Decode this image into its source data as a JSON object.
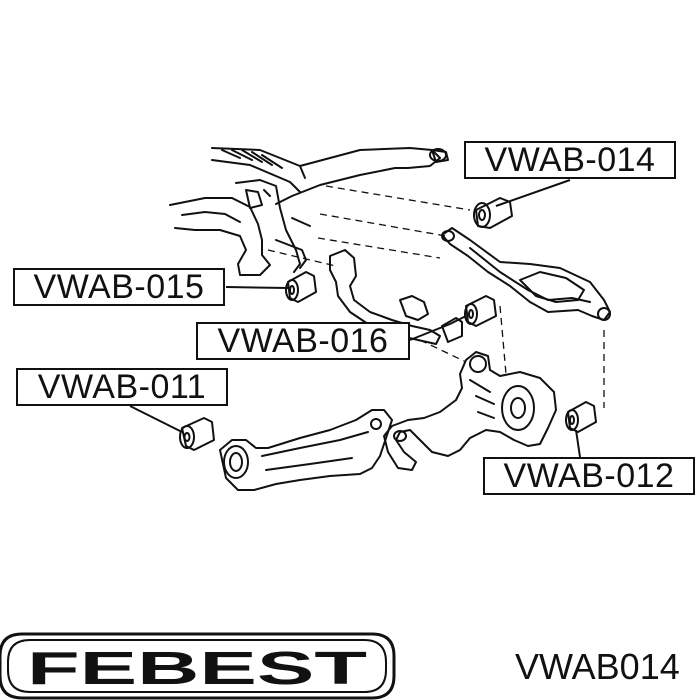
{
  "callouts": {
    "c014": "VWAB-014",
    "c015": "VWAB-015",
    "c016": "VWAB-016",
    "c011": "VWAB-011",
    "c012": "VWAB-012"
  },
  "brand": {
    "logo_text": "FEBEST"
  },
  "part_number": "VWAB014",
  "colors": {
    "ink": "#111111",
    "background": "#ffffff"
  }
}
